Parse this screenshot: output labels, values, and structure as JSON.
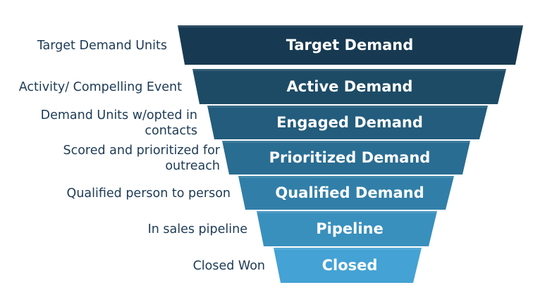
{
  "funnel": {
    "stages": [
      {
        "label": "Target Demand",
        "description": [
          "Target Demand Units"
        ],
        "color": "#173a52"
      },
      {
        "label": "Active Demand",
        "description": [
          "Activity/ Compelling Event"
        ],
        "color": "#1d4b66"
      },
      {
        "label": "Engaged Demand",
        "description": [
          "Demand Units w/opted in",
          "contacts"
        ],
        "color": "#235c7c"
      },
      {
        "label": "Prioritized Demand",
        "description": [
          "Scored and prioritized for",
          "outreach"
        ],
        "color": "#2a6d92"
      },
      {
        "label": "Qualified Demand",
        "description": [
          "Qualified person to person"
        ],
        "color": "#317fa8"
      },
      {
        "label": "Pipeline",
        "description": [
          "In sales pipeline"
        ],
        "color": "#3990bd"
      },
      {
        "label": "Closed",
        "description": [
          "Closed Won"
        ],
        "color": "#44a2d4"
      }
    ]
  }
}
